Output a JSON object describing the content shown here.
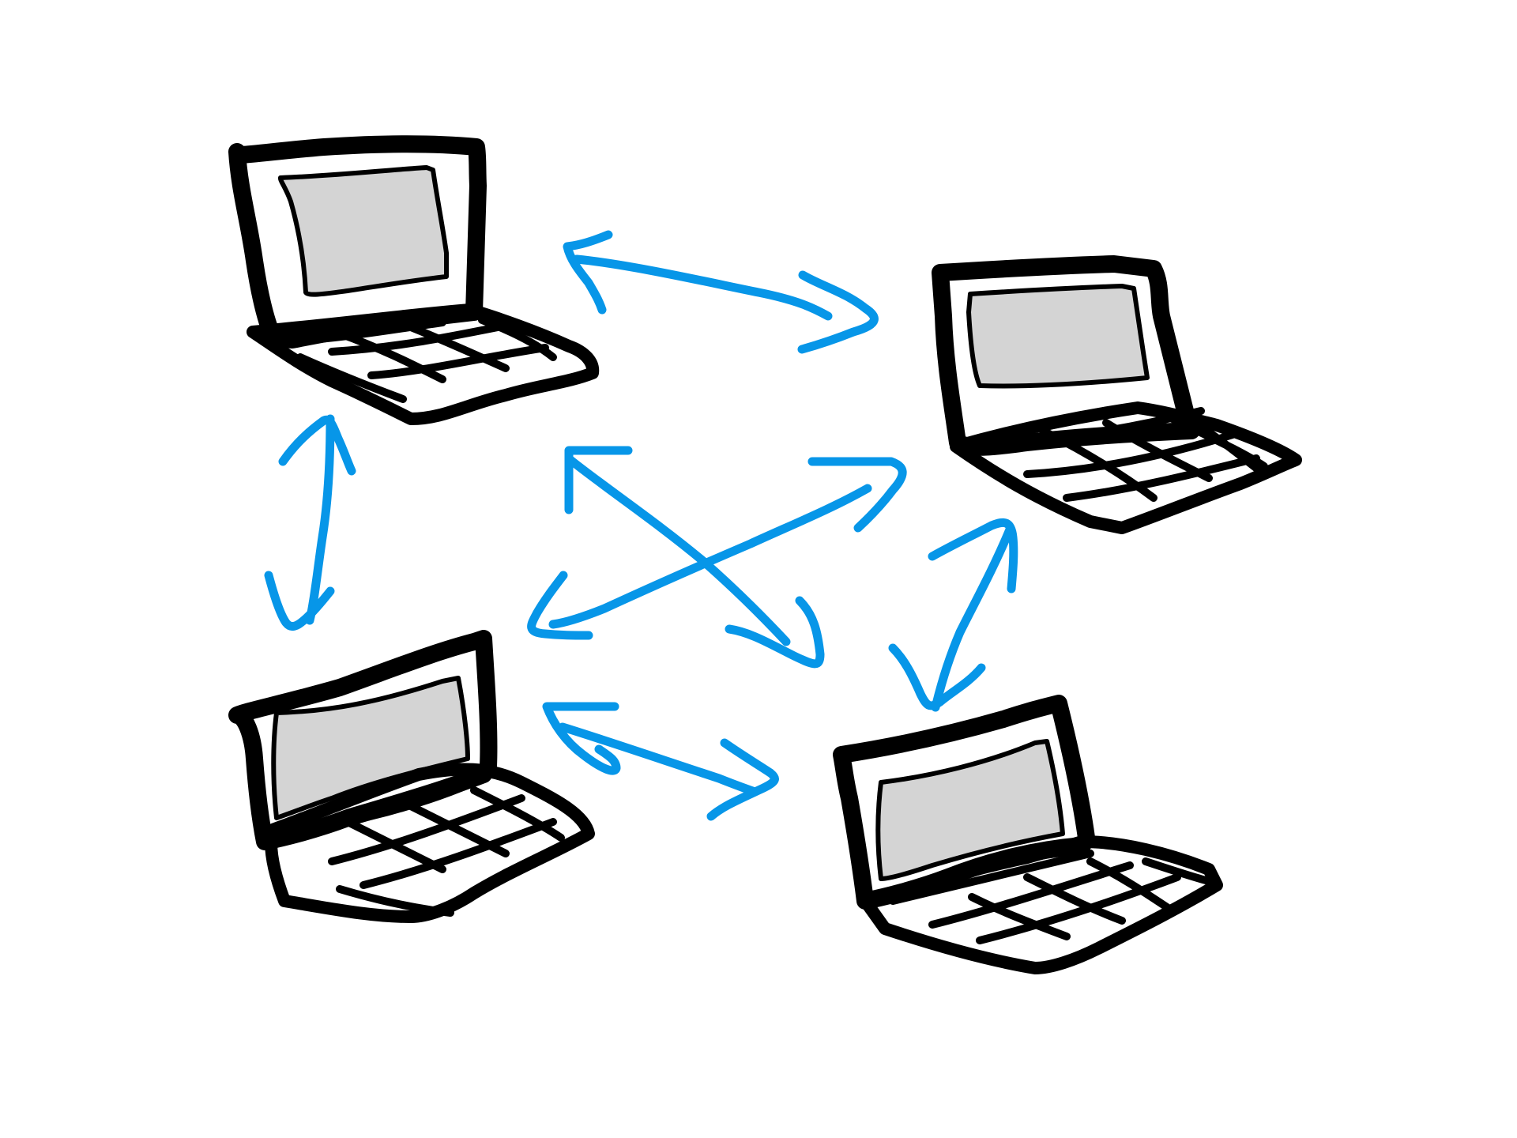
{
  "diagram": {
    "style": "hand-drawn sketch",
    "colors": {
      "background": "#ffffff",
      "outline": "#000000",
      "screen": "#d4d4d4",
      "keyboard": "#6f6f6f",
      "arrow": "#0796e8"
    },
    "nodes": [
      {
        "id": "laptop-top-left",
        "icon": "laptop-icon"
      },
      {
        "id": "laptop-top-right",
        "icon": "laptop-icon"
      },
      {
        "id": "laptop-bottom-left",
        "icon": "laptop-icon"
      },
      {
        "id": "laptop-bottom-right",
        "icon": "laptop-icon"
      }
    ],
    "connections": [
      {
        "from": "laptop-top-left",
        "to": "laptop-top-right",
        "direction": "bidirectional"
      },
      {
        "from": "laptop-top-left",
        "to": "laptop-bottom-left",
        "direction": "bidirectional"
      },
      {
        "from": "laptop-top-left",
        "to": "laptop-bottom-right",
        "direction": "bidirectional"
      },
      {
        "from": "laptop-top-right",
        "to": "laptop-bottom-left",
        "direction": "bidirectional"
      },
      {
        "from": "laptop-top-right",
        "to": "laptop-bottom-right",
        "direction": "bidirectional"
      },
      {
        "from": "laptop-bottom-left",
        "to": "laptop-bottom-right",
        "direction": "bidirectional"
      }
    ]
  }
}
